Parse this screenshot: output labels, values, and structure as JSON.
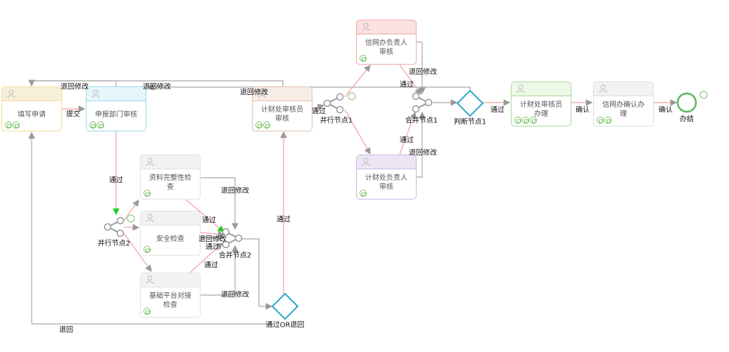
{
  "tasks": [
    {
      "id": "fill",
      "label": "填写申请",
      "header": "#f6f0d8",
      "border": "#f1df9a",
      "icons": 2
    },
    {
      "id": "dept",
      "label": "申报部门审核",
      "header": "#e6f6fb",
      "border": "#9fd6e8",
      "icons": 2
    },
    {
      "id": "finrev",
      "label": "计财处审核员审核",
      "header": "#f7ede7",
      "border": "#e0c2b0",
      "icons": 2
    },
    {
      "id": "xwhead",
      "label": "信网办负责人审核",
      "header": "#fbe1df",
      "border": "#f2aaa5",
      "icons": 1
    },
    {
      "id": "finhead",
      "label": "计财处负责人审核",
      "header": "#ece5f4",
      "border": "#cbb9e3",
      "icons": 1
    },
    {
      "id": "finproc",
      "label": "计财处审核员办理",
      "header": "#eef8e9",
      "border": "#a8dc95",
      "icons": 3
    },
    {
      "id": "xwconfirm",
      "label": "信网办确认办理",
      "header": "#f2f2f2",
      "border": "#dedede",
      "icons": 2
    },
    {
      "id": "check1",
      "label": "资料完整性检查",
      "header": "#f2f2f2",
      "border": "#e2e2e2",
      "icons": 1
    },
    {
      "id": "check2",
      "label": "安全检查",
      "header": "#f2f2f2",
      "border": "#e2e2e2",
      "icons": 1
    },
    {
      "id": "check3",
      "label": "基础平台对接检查",
      "header": "#f2f2f2",
      "border": "#e2e2e2",
      "icons": 1
    }
  ],
  "gateways": {
    "fork1": "并行节点1",
    "join1": "合并节点1",
    "decision1": "判断节点1",
    "fork2": "并行节点2",
    "join2": "合并节点2",
    "decision2": "通过OR退回",
    "end": "办结"
  },
  "edge_labels": [
    "退回修改",
    "退回修改",
    "退回修改",
    "提交",
    "通过",
    "退回修改",
    "通过",
    "通过",
    "退回修改",
    "通过",
    "确认",
    "确认",
    "通过",
    "退回修改",
    "通过",
    "退回修改",
    "通过",
    "通过",
    "退回修改",
    "通过",
    "退回"
  ],
  "colors": {
    "pass": "#f4a0a0",
    "return": "#a8a8a8",
    "decision": "#2aa8c8",
    "end": "#5cb85c",
    "start_arrow": "#22cc22"
  }
}
